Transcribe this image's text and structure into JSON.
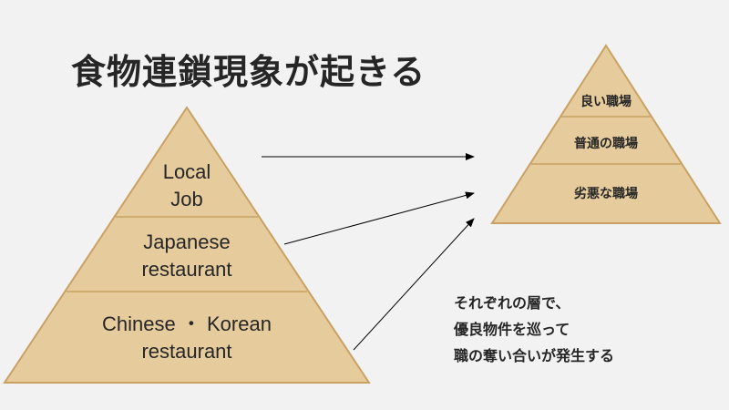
{
  "title": "食物連鎖現象が起きる",
  "left_pyramid": {
    "tiers": [
      {
        "lines": [
          "Local",
          "Job"
        ]
      },
      {
        "lines": [
          "Japanese",
          "restaurant"
        ]
      },
      {
        "lines": [
          "Chinese ・ Korean",
          "restaurant"
        ]
      }
    ]
  },
  "right_pyramid": {
    "tiers": [
      "良い職場",
      "普通の職場",
      "劣悪な職場"
    ]
  },
  "note": {
    "lines": [
      "それぞれの層で、",
      "優良物件を巡って",
      "職の奪い合いが発生する"
    ]
  },
  "colors": {
    "background": "#f2f2f2",
    "pyramid_fill": "#e6cc9d",
    "pyramid_border": "#c9a162",
    "text": "#262626",
    "arrow": "#000000"
  }
}
